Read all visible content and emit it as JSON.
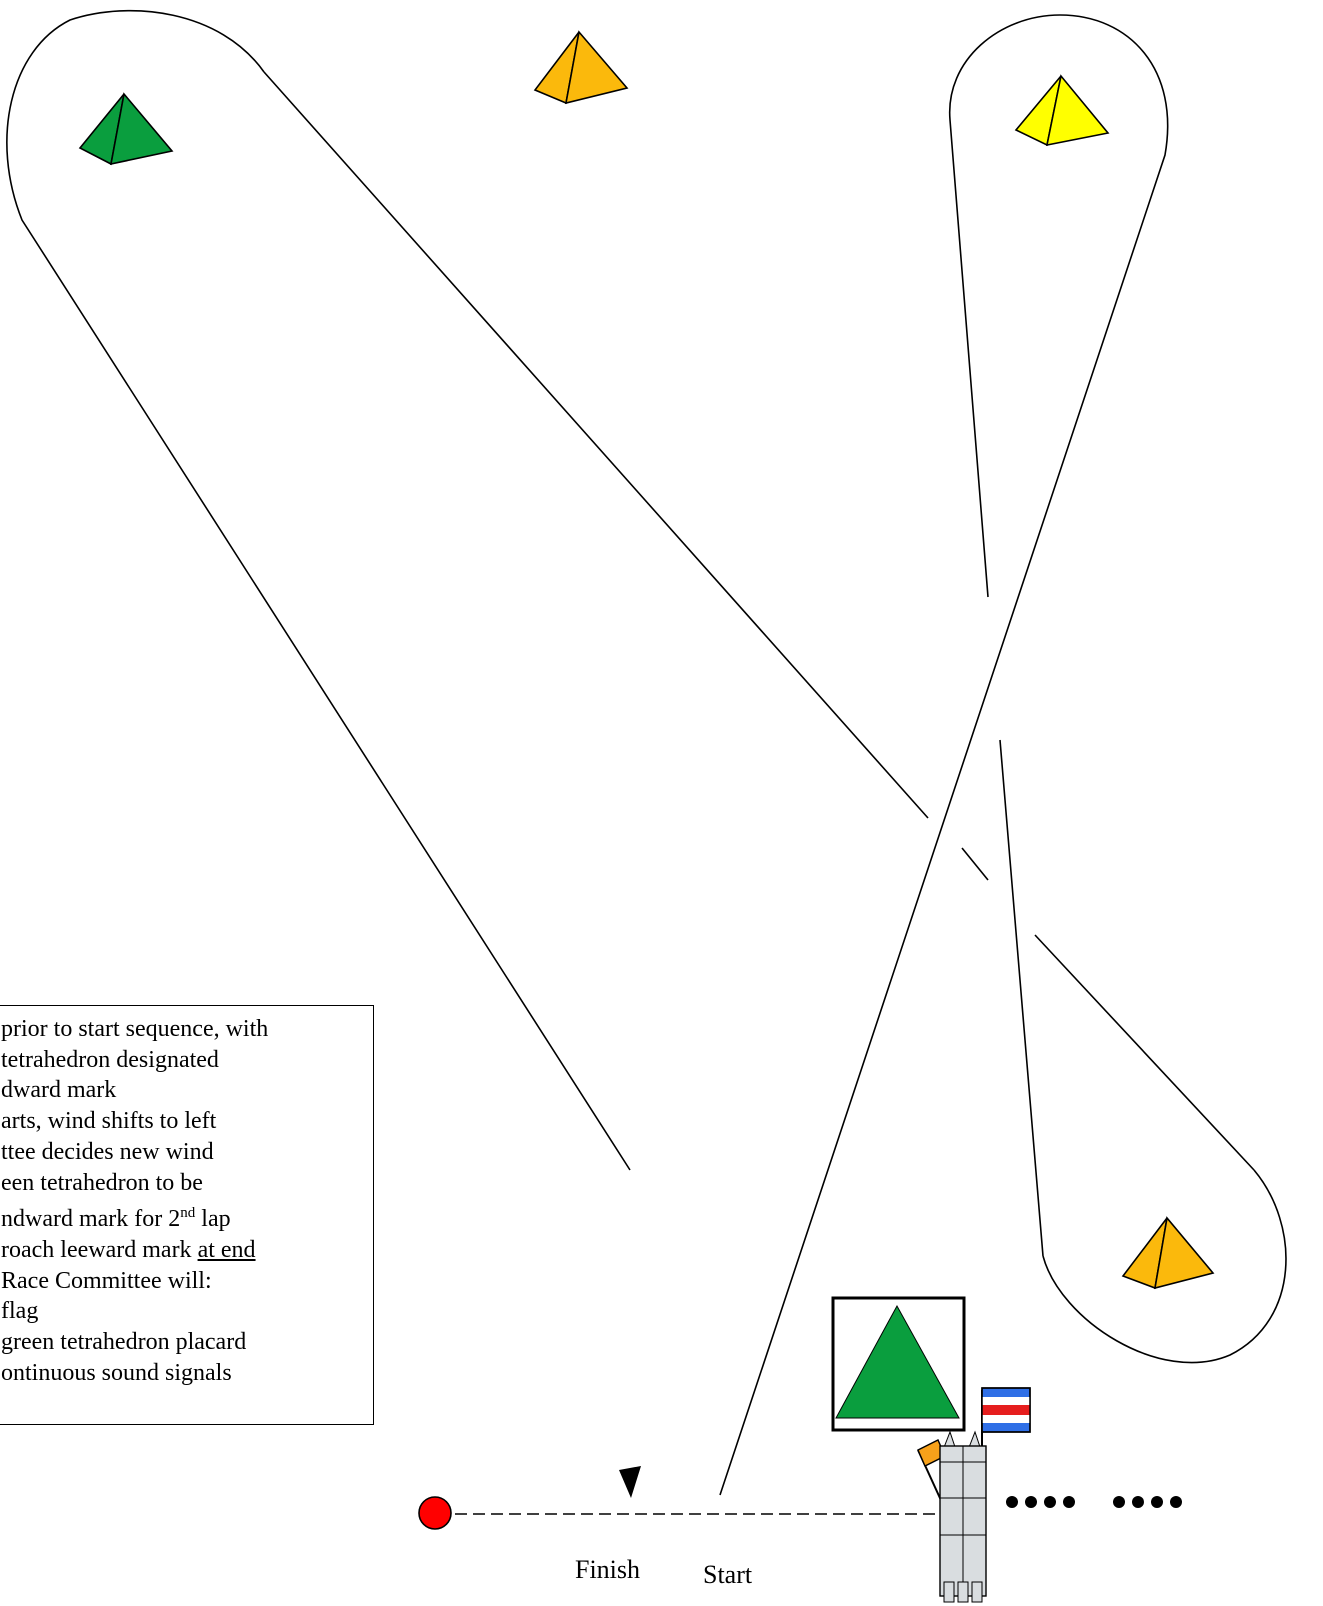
{
  "labels": {
    "finish": "Finish",
    "start": "Start"
  },
  "notes": {
    "line1": "prior to start sequence, with",
    "line2": "tetrahedron designated",
    "line3": "dward mark",
    "line4": "arts, wind shifts to left",
    "line5": "ttee decides new wind",
    "line6": "een tetrahedron to be",
    "line7_pre": "ndward mark for 2",
    "line7_sup": "nd",
    "line7_post": " lap",
    "line8_pre": "roach leeward mark ",
    "line8_u": "at end",
    "line9": "Race Committee will:",
    "line10": "flag",
    "line11": "green tetrahedron placard",
    "line12": "ontinuous sound signals"
  },
  "colors": {
    "green_mark": "#0a9e3e",
    "orange_mark": "#fbb90c",
    "yellow_mark": "#ffff00",
    "pin_buoy": "#ff0000",
    "placard_fill": "#0a9e3e",
    "flag_blue": "#2f6fe6",
    "flag_red": "#e61e1e",
    "orange_flag": "#f7a11a",
    "boat_gray": "#d9dde0"
  },
  "icons": {
    "marks": [
      "green-tetrahedron-icon",
      "orange-tetrahedron-icon",
      "yellow-tetrahedron-icon"
    ],
    "boat": "committee-boat-icon",
    "flag": "code-flag-c-icon",
    "placard": "green-triangle-placard-icon",
    "buoy": "pin-buoy-icon"
  }
}
